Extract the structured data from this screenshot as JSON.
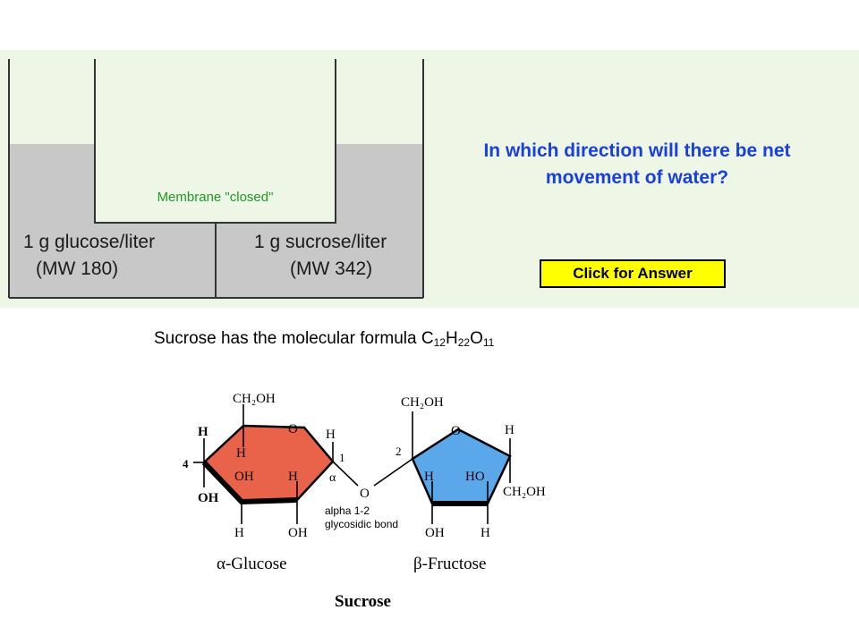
{
  "osmosis_setup": {
    "left_compartment": {
      "line1": "1 g glucose/liter",
      "line2": "(MW 180)"
    },
    "right_compartment": {
      "line1": "1 g sucrose/liter",
      "line2": "(MW 342)"
    },
    "membrane_label": "Membrane \"closed\"",
    "question": "In which direction will there be net movement of water?",
    "answer_button": "Click for Answer"
  },
  "formula": {
    "prefix": "Sucrose has the molecular formula ",
    "c": "C",
    "c_sub": "12",
    "h": "H",
    "h_sub": "22",
    "o": "O",
    "o_sub": "11"
  },
  "structure": {
    "glucose_ch2oh": "CH₂OH",
    "fructose_ch2oh_top": "CH₂OH",
    "fructose_ch2oh_right": "CH₂OH",
    "ring_oxygen": "O",
    "bridge_oxygen": "O",
    "h": "H",
    "oh": "OH",
    "ho": "HO",
    "carbon_4": "4",
    "carbon_1": "1",
    "carbon_2": "2",
    "alpha": "α",
    "bond_label_line1": "alpha 1-2",
    "bond_label_line2": "glycosidic bond",
    "glucose_name": "α-Glucose",
    "fructose_name": "β-Fructose",
    "compound_name": "Sucrose"
  },
  "colors": {
    "panel_background": "#eef7e6",
    "liquid": "#c8c8c8",
    "question_text": "#1a3fe0",
    "membrane_label": "#209a20",
    "button_fill": "#ffff00",
    "glucose_ring": "#e8634a",
    "fructose_ring": "#5aa7ea"
  }
}
